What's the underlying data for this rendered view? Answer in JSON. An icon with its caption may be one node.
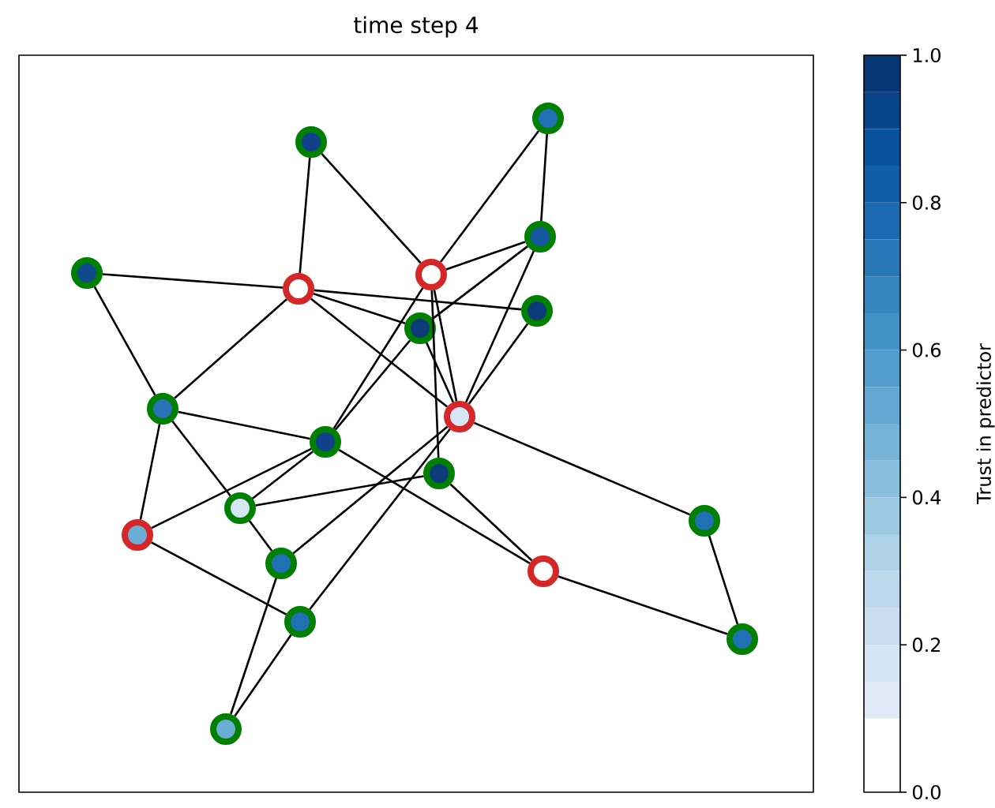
{
  "diagram": {
    "title": "time step 4",
    "nodes": [
      {
        "text": [],
        "shape": "circle"
      },
      {
        "text": [],
        "shape": "circle"
      },
      {
        "text": [],
        "shape": "circle"
      },
      {
        "text": [],
        "shape": "circle"
      },
      {
        "text": [],
        "shape": "circle"
      },
      {
        "text": [],
        "shape": "circle"
      },
      {
        "text": [],
        "shape": "circle"
      },
      {
        "text": [],
        "shape": "circle"
      },
      {
        "text": [],
        "shape": "circle"
      },
      {
        "text": [],
        "shape": "circle"
      },
      {
        "text": [],
        "shape": "circle"
      },
      {
        "text": [],
        "shape": "circle"
      },
      {
        "text": [],
        "shape": "circle"
      },
      {
        "text": [],
        "shape": "circle"
      },
      {
        "text": [],
        "shape": "circle"
      },
      {
        "text": [],
        "shape": "circle"
      },
      {
        "text": [],
        "shape": "circle"
      },
      {
        "text": [],
        "shape": "circle"
      },
      {
        "text": [],
        "shape": "circle"
      },
      {
        "text": [],
        "shape": "circle"
      }
    ],
    "edges": [
      {
        "from": 0,
        "to": 3,
        "arrow": "none"
      },
      {
        "from": 0,
        "to": 4,
        "arrow": "none"
      },
      {
        "from": 1,
        "to": 4,
        "arrow": "none"
      },
      {
        "from": 1,
        "to": 5,
        "arrow": "none"
      },
      {
        "from": 2,
        "to": 3,
        "arrow": "none"
      },
      {
        "from": 2,
        "to": 8,
        "arrow": "none"
      },
      {
        "from": 3,
        "to": 8,
        "arrow": "none"
      },
      {
        "from": 3,
        "to": 6,
        "arrow": "none"
      },
      {
        "from": 3,
        "to": 7,
        "arrow": "none"
      },
      {
        "from": 3,
        "to": 9,
        "arrow": "none"
      },
      {
        "from": 4,
        "to": 5,
        "arrow": "none"
      },
      {
        "from": 4,
        "to": 9,
        "arrow": "none"
      },
      {
        "from": 4,
        "to": 11,
        "arrow": "none"
      },
      {
        "from": 4,
        "to": 10,
        "arrow": "none"
      },
      {
        "from": 7,
        "to": 10,
        "arrow": "none"
      },
      {
        "from": 5,
        "to": 7,
        "arrow": "none"
      },
      {
        "from": 5,
        "to": 9,
        "arrow": "none"
      },
      {
        "from": 6,
        "to": 9,
        "arrow": "none"
      },
      {
        "from": 7,
        "to": 9,
        "arrow": "none"
      },
      {
        "from": 8,
        "to": 10,
        "arrow": "none"
      },
      {
        "from": 8,
        "to": 14,
        "arrow": "none"
      },
      {
        "from": 8,
        "to": 12,
        "arrow": "none"
      },
      {
        "from": 9,
        "to": 13,
        "arrow": "none"
      },
      {
        "from": 9,
        "to": 15,
        "arrow": "none"
      },
      {
        "from": 9,
        "to": 17,
        "arrow": "none"
      },
      {
        "from": 10,
        "to": 14,
        "arrow": "none"
      },
      {
        "from": 10,
        "to": 12,
        "arrow": "none"
      },
      {
        "from": 10,
        "to": 16,
        "arrow": "none"
      },
      {
        "from": 12,
        "to": 11,
        "arrow": "none"
      },
      {
        "from": 11,
        "to": 16,
        "arrow": "none"
      },
      {
        "from": 12,
        "to": 15,
        "arrow": "none"
      },
      {
        "from": 14,
        "to": 17,
        "arrow": "none"
      },
      {
        "from": 15,
        "to": 19,
        "arrow": "none"
      },
      {
        "from": 17,
        "to": 19,
        "arrow": "none"
      },
      {
        "from": 16,
        "to": 18,
        "arrow": "none"
      },
      {
        "from": 13,
        "to": 18,
        "arrow": "none"
      }
    ],
    "labels": [
      "0.0",
      "0.2",
      "0.4",
      "0.6",
      "0.8",
      "1.0",
      "Trust in predictor"
    ]
  }
}
